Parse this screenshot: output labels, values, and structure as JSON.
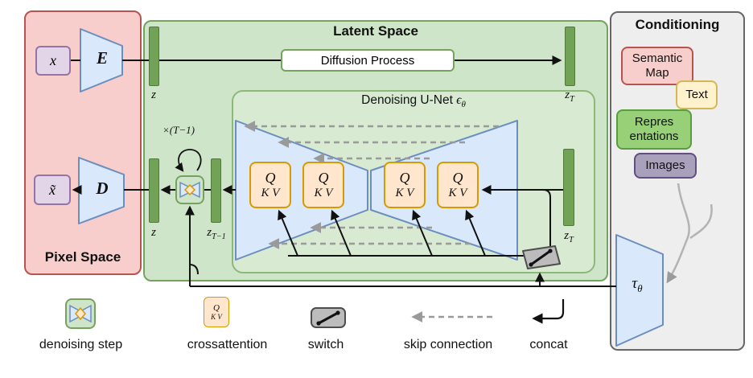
{
  "titles": {
    "pixel_space": "Pixel Space",
    "latent_space": "Latent Space",
    "unet_prefix": "Denoising U-Net ",
    "unet_symbol": "ϵ",
    "unet_symbol_sub": "θ",
    "conditioning": "Conditioning"
  },
  "pixel": {
    "x": "x",
    "x_tilde": "x̃",
    "encoder": "E",
    "decoder": "D"
  },
  "latent": {
    "diffusion_process": "Diffusion Process",
    "z": "z",
    "z_T": {
      "base": "z",
      "sub": "T"
    },
    "z_Tm1": {
      "base": "z",
      "sub": "T−1"
    },
    "loop": "×(T−1)"
  },
  "attention": {
    "q": "Q",
    "kv": "K V"
  },
  "conditioning": {
    "items": [
      {
        "name": "semantic-map",
        "line1": "Semantic",
        "line2": "Map"
      },
      {
        "name": "text",
        "line1": "Text",
        "line2": ""
      },
      {
        "name": "representations",
        "line1": "Repres",
        "line2": "entations"
      },
      {
        "name": "images",
        "line1": "Images",
        "line2": ""
      }
    ],
    "tau": {
      "base": "τ",
      "sub": "θ"
    }
  },
  "legend": {
    "denoising_step": "denoising step",
    "crossattention": "crossattention",
    "switch": "switch",
    "skip_connection": "skip connection",
    "concat": "concat"
  },
  "colors": {
    "pixel_fill": "#f8cecc",
    "pixel_stroke": "#b85450",
    "latent_fill": "#cfe5c9",
    "latent_stroke": "#76a25f",
    "blue_fill": "#dae8fc",
    "blue_stroke": "#6c8ebf",
    "attention_fill": "#ffe6cc",
    "attention_stroke": "#d79b00",
    "purple_fill": "#e1d5e7",
    "purple_stroke": "#9673a6",
    "bar_green": "#71a256",
    "conditioning_fill": "#eeeeee",
    "conditioning_stroke": "#666666",
    "representations_fill": "#97d077",
    "images_fill": "#a9a1bb",
    "skip_gray": "#9a9a9a"
  }
}
